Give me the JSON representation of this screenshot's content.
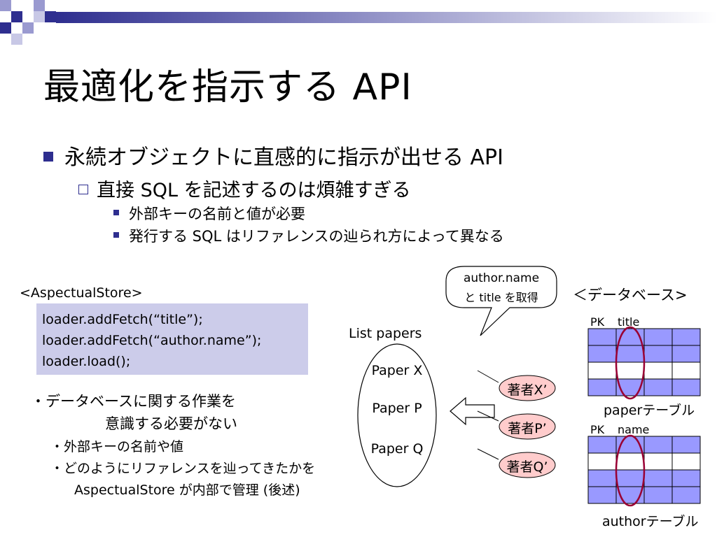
{
  "slide": {
    "title": "最適化を指示する API",
    "bullet_l1": "永続オブジェクトに直感的に指示が出せる API",
    "bullet_l2": "直接 SQL を記述するのは煩雑すぎる",
    "bullets_l3": [
      "外部キーの名前と値が必要",
      "発行する SQL はリファレンスの辿られ方によって異なる"
    ],
    "store_label": "<AspectualStore>",
    "code_lines": [
      "loader.addFetch(“title”);",
      "loader.addFetch(“author.name”);",
      "loader.load();"
    ],
    "notes": {
      "line1": "・データベースに関する作業を",
      "line2": "意識する必要がない",
      "line3": "・外部キーの名前や値",
      "line4": "・どのようにリファレンスを辿ってきたかを",
      "line5": "AspectualStore が内部で管理 (後述)"
    },
    "bubble": {
      "line1": "author.name",
      "line2": "と title を取得"
    },
    "db_label": "＜データベース>",
    "list_label": "List papers",
    "papers": [
      "Paper X",
      "Paper P",
      "Paper Q"
    ],
    "authors": [
      "著者X’",
      "著者P’",
      "著者Q’"
    ],
    "paper_table": {
      "col1": "PK",
      "col2": "title",
      "caption": "paperテーブル"
    },
    "author_table": {
      "col1": "PK",
      "col2": "name",
      "caption": "authorテーブル"
    },
    "colors": {
      "accent": "#2e2e8f",
      "code_bg": "#ccccea",
      "row_fill": "#9999ff",
      "author_fill": "#ffcccc",
      "highlight": "#990033"
    }
  }
}
